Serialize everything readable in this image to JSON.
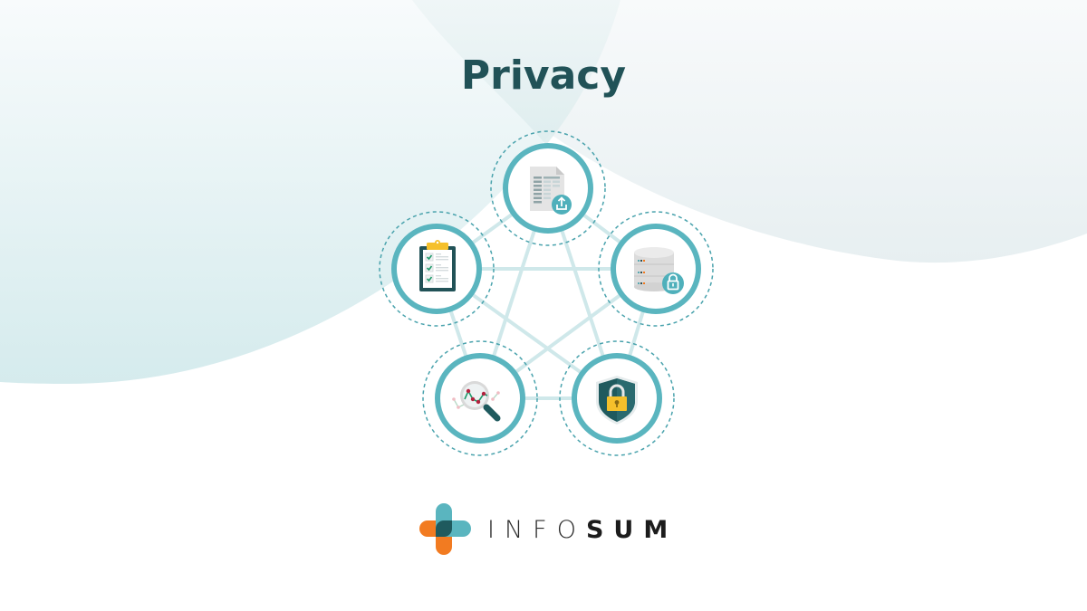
{
  "page": {
    "title": "Privacy"
  },
  "colors": {
    "title": "#215257",
    "ring": "#5ab5bf",
    "dashed_ring": "#4aa3ad",
    "connector": "#cde8ea",
    "dark_teal": "#1f5a5e",
    "orange": "#f27b21",
    "yellow": "#f5c02b",
    "bg_left_top": "#f7fbfb",
    "bg_left_bottom": "#d6ecee",
    "bg_right_top": "#f8fafb",
    "bg_right_bottom": "#e8f0f2"
  },
  "diagram": {
    "nodes": [
      {
        "id": "top",
        "icon": "spreadsheet-upload-icon"
      },
      {
        "id": "right",
        "icon": "database-lock-icon"
      },
      {
        "id": "bottom-right",
        "icon": "shield-lock-icon"
      },
      {
        "id": "bottom-left",
        "icon": "magnifier-chart-icon"
      },
      {
        "id": "left",
        "icon": "clipboard-checklist-icon"
      }
    ]
  },
  "logo": {
    "light_text": "INFO",
    "bold_text": "SUM",
    "icon": "infosum-cross-icon"
  }
}
